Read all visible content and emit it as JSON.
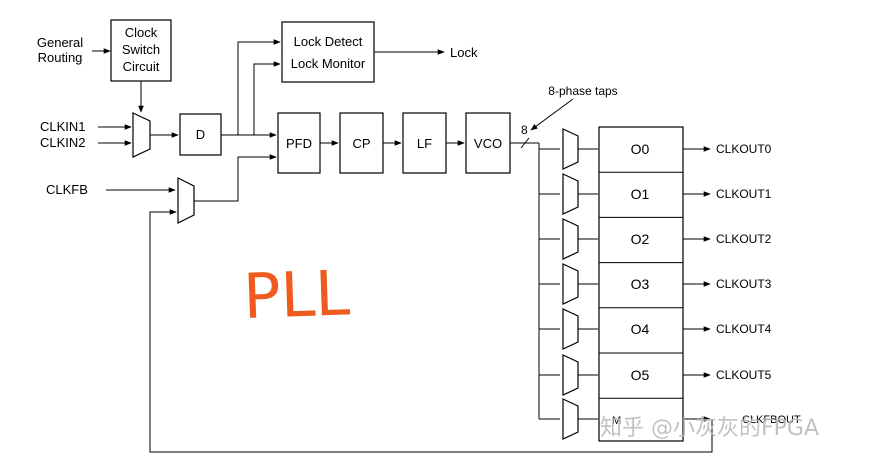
{
  "inputs": {
    "general_routing": [
      "General",
      "Routing"
    ],
    "clkin1": "CLKIN1",
    "clkin2": "CLKIN2",
    "clkfb": "CLKFB"
  },
  "blocks": {
    "clock_switch": [
      "Clock",
      "Switch",
      "Circuit"
    ],
    "d": "D",
    "lock_detect": "Lock Detect",
    "lock_monitor": "Lock Monitor",
    "pfd": "PFD",
    "cp": "CP",
    "lf": "LF",
    "vco": "VCO"
  },
  "lock_output": "Lock",
  "taps_label": "8-phase taps",
  "bus_width": "8",
  "counters": [
    "O0",
    "O1",
    "O2",
    "O3",
    "O4",
    "O5",
    "M"
  ],
  "outputs": [
    "CLKOUT0",
    "CLKOUT1",
    "CLKOUT2",
    "CLKOUT3",
    "CLKOUT4",
    "CLKOUT5",
    "CLKFBOUT"
  ],
  "annotation": "PLL",
  "watermark": "知乎 @小灰灰的FPGA",
  "colors": {
    "line": "#000000",
    "annotation": "#ef5a1f",
    "watermark": "#b9b9b9"
  }
}
